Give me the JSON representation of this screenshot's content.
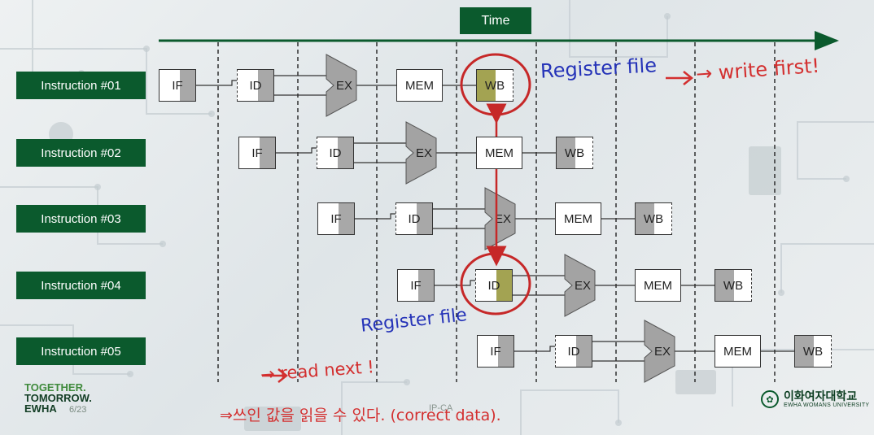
{
  "time_label": "Time",
  "instructions": [
    "Instruction #01",
    "Instruction #02",
    "Instruction #03",
    "Instruction #04",
    "Instruction #05"
  ],
  "stages": {
    "if": "IF",
    "id": "ID",
    "ex": "EX",
    "mem": "MEM",
    "wb": "WB"
  },
  "annotations": {
    "register_file_write": "Register file",
    "write_first": "→ write first!",
    "register_file_read": "Register file",
    "read_next": "→ read next !",
    "korean_note": "⇒쓰인 값을 읽을 수 있다. (correct data)."
  },
  "footer": {
    "logo_line1": "TOGETHER.",
    "logo_line2": "TOMORROW.",
    "logo_line3": "EWHA",
    "page": "6/23",
    "center": "IP-CA",
    "university_kr": "이화여자대학교",
    "university_en": "EWHA WOMANS UNIVERSITY"
  },
  "colors": {
    "label_bg": "#0b5a2d",
    "highlight": "#a3a352",
    "circle": "#c62828",
    "ink_blue": "#2533b8",
    "ink_red": "#d32f2f",
    "arrow": "#c62828"
  }
}
